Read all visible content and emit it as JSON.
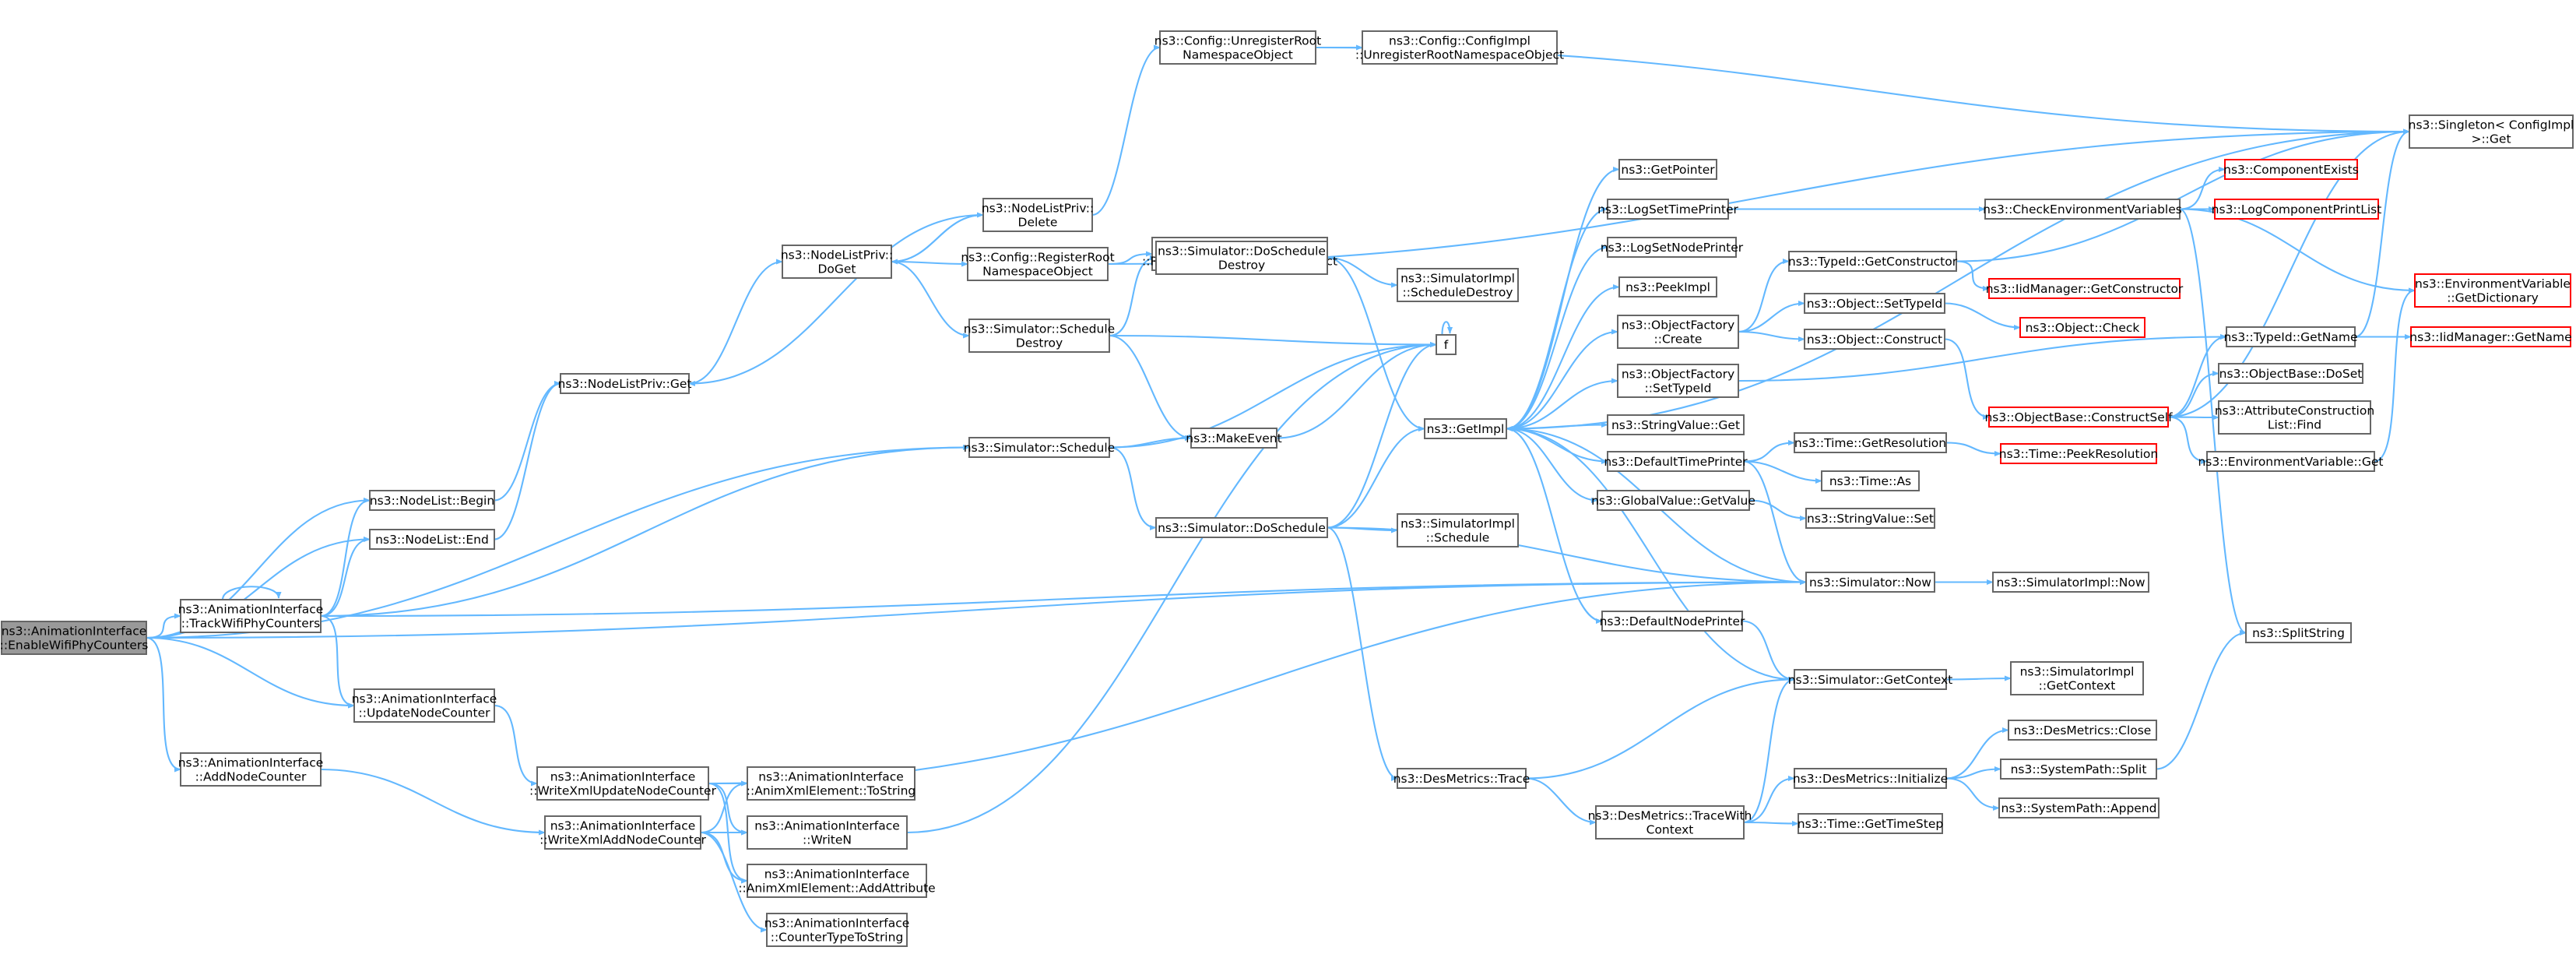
{
  "graph": {
    "nodes": [
      {
        "id": "enableWifi",
        "lines": [
          "ns3::AnimationInterface",
          "::EnableWifiPhyCounters"
        ],
        "variant": "root"
      },
      {
        "id": "addNodeCounter",
        "lines": [
          "ns3::AnimationInterface",
          "::AddNodeCounter"
        ]
      },
      {
        "id": "trackWifi",
        "lines": [
          "ns3::AnimationInterface",
          "::TrackWifiPhyCounters"
        ]
      },
      {
        "id": "updateNodeCounter",
        "lines": [
          "ns3::AnimationInterface",
          "::UpdateNodeCounter"
        ]
      },
      {
        "id": "nodeListBegin",
        "lines": [
          "ns3::NodeList::Begin"
        ]
      },
      {
        "id": "nodeListEnd",
        "lines": [
          "ns3::NodeList::End"
        ]
      },
      {
        "id": "nodeListPrivGet",
        "lines": [
          "ns3::NodeListPriv::Get"
        ]
      },
      {
        "id": "nodeListPrivDoGet",
        "lines": [
          "ns3::NodeListPriv::",
          "DoGet"
        ]
      },
      {
        "id": "nodeListPrivDelete",
        "lines": [
          "ns3::NodeListPriv::",
          "Delete"
        ]
      },
      {
        "id": "configRegister",
        "lines": [
          "ns3::Config::RegisterRoot",
          "NamespaceObject"
        ]
      },
      {
        "id": "configUnregister",
        "lines": [
          "ns3::Config::UnregisterRoot",
          "NamespaceObject"
        ]
      },
      {
        "id": "configImplUnregister",
        "lines": [
          "ns3::Config::ConfigImpl",
          "::UnregisterRootNamespaceObject"
        ]
      },
      {
        "id": "configImplRegister",
        "lines": [
          "ns3::Config::ConfigImpl",
          "::RegisterRootNamespaceObject"
        ]
      },
      {
        "id": "simScheduleDestroy",
        "lines": [
          "ns3::Simulator::Schedule",
          "Destroy"
        ]
      },
      {
        "id": "simDoScheduleDestroy",
        "lines": [
          "ns3::Simulator::DoSchedule",
          "Destroy"
        ]
      },
      {
        "id": "simImplScheduleDestroy",
        "lines": [
          "ns3::SimulatorImpl",
          "::ScheduleDestroy"
        ]
      },
      {
        "id": "makeEvent",
        "lines": [
          "ns3::MakeEvent"
        ]
      },
      {
        "id": "f",
        "lines": [
          "f"
        ]
      },
      {
        "id": "simSchedule",
        "lines": [
          "ns3::Simulator::Schedule"
        ]
      },
      {
        "id": "simDoSchedule",
        "lines": [
          "ns3::Simulator::DoSchedule"
        ]
      },
      {
        "id": "simImplSchedule",
        "lines": [
          "ns3::SimulatorImpl",
          "::Schedule"
        ]
      },
      {
        "id": "getImpl",
        "lines": [
          "ns3::GetImpl"
        ]
      },
      {
        "id": "writeXmlUpdate",
        "lines": [
          "ns3::AnimationInterface",
          "::WriteXmlUpdateNodeCounter"
        ]
      },
      {
        "id": "writeXmlAdd",
        "lines": [
          "ns3::AnimationInterface",
          "::WriteXmlAddNodeCounter"
        ]
      },
      {
        "id": "animToString",
        "lines": [
          "ns3::AnimationInterface",
          "::AnimXmlElement::ToString"
        ]
      },
      {
        "id": "writeN",
        "lines": [
          "ns3::AnimationInterface",
          "::WriteN"
        ]
      },
      {
        "id": "addAttribute",
        "lines": [
          "ns3::AnimationInterface",
          "::AnimXmlElement::AddAttribute"
        ]
      },
      {
        "id": "counterTypeToString",
        "lines": [
          "ns3::AnimationInterface",
          "::CounterTypeToString"
        ]
      },
      {
        "id": "desTrace",
        "lines": [
          "ns3::DesMetrics::Trace"
        ]
      },
      {
        "id": "desTraceWith",
        "lines": [
          "ns3::DesMetrics::TraceWith",
          "Context"
        ]
      },
      {
        "id": "getPointer",
        "lines": [
          "ns3::GetPointer"
        ]
      },
      {
        "id": "logSetTime",
        "lines": [
          "ns3::LogSetTimePrinter"
        ]
      },
      {
        "id": "logSetNode",
        "lines": [
          "ns3::LogSetNodePrinter"
        ]
      },
      {
        "id": "peekImpl",
        "lines": [
          "ns3::PeekImpl"
        ]
      },
      {
        "id": "objFactoryCreate",
        "lines": [
          "ns3::ObjectFactory",
          "::Create"
        ]
      },
      {
        "id": "objFactorySetTypeId",
        "lines": [
          "ns3::ObjectFactory",
          "::SetTypeId"
        ]
      },
      {
        "id": "stringValueGet",
        "lines": [
          "ns3::StringValue::Get"
        ]
      },
      {
        "id": "defaultTimePrinter",
        "lines": [
          "ns3::DefaultTimePrinter"
        ]
      },
      {
        "id": "globalValueGet",
        "lines": [
          "ns3::GlobalValue::GetValue"
        ]
      },
      {
        "id": "defaultNodePrinter",
        "lines": [
          "ns3::DefaultNodePrinter"
        ]
      },
      {
        "id": "simNow",
        "lines": [
          "ns3::Simulator::Now"
        ]
      },
      {
        "id": "simGetContext",
        "lines": [
          "ns3::Simulator::GetContext"
        ]
      },
      {
        "id": "typeIdGetConstructor",
        "lines": [
          "ns3::TypeId::GetConstructor"
        ]
      },
      {
        "id": "objectSetTypeId",
        "lines": [
          "ns3::Object::SetTypeId"
        ]
      },
      {
        "id": "objectConstruct",
        "lines": [
          "ns3::Object::Construct"
        ]
      },
      {
        "id": "timeGetResolution",
        "lines": [
          "ns3::Time::GetResolution"
        ]
      },
      {
        "id": "timeAs",
        "lines": [
          "ns3::Time::As"
        ]
      },
      {
        "id": "stringValueSet",
        "lines": [
          "ns3::StringValue::Set"
        ]
      },
      {
        "id": "simImplNow",
        "lines": [
          "ns3::SimulatorImpl::Now"
        ]
      },
      {
        "id": "simImplGetContext",
        "lines": [
          "ns3::SimulatorImpl",
          "::GetContext"
        ]
      },
      {
        "id": "desInitialize",
        "lines": [
          "ns3::DesMetrics::Initialize"
        ]
      },
      {
        "id": "timeGetTimeStep",
        "lines": [
          "ns3::Time::GetTimeStep"
        ]
      },
      {
        "id": "checkEnv",
        "lines": [
          "ns3::CheckEnvironmentVariables"
        ]
      },
      {
        "id": "iidGetConstructor",
        "lines": [
          "ns3::IidManager::GetConstructor"
        ],
        "variant": "red"
      },
      {
        "id": "objectCheck",
        "lines": [
          "ns3::Object::Check"
        ],
        "variant": "red"
      },
      {
        "id": "objBaseConstructSelf",
        "lines": [
          "ns3::ObjectBase::ConstructSelf"
        ],
        "variant": "red"
      },
      {
        "id": "timePeekResolution",
        "lines": [
          "ns3::Time::PeekResolution"
        ],
        "variant": "red"
      },
      {
        "id": "desClose",
        "lines": [
          "ns3::DesMetrics::Close"
        ]
      },
      {
        "id": "sysPathSplit",
        "lines": [
          "ns3::SystemPath::Split"
        ]
      },
      {
        "id": "sysPathAppend",
        "lines": [
          "ns3::SystemPath::Append"
        ]
      },
      {
        "id": "componentExists",
        "lines": [
          "ns3::ComponentExists"
        ],
        "variant": "red"
      },
      {
        "id": "logComponentPrintList",
        "lines": [
          "ns3::LogComponentPrintList"
        ],
        "variant": "red"
      },
      {
        "id": "typeIdGetName",
        "lines": [
          "ns3::TypeId::GetName"
        ]
      },
      {
        "id": "objBaseDoSet",
        "lines": [
          "ns3::ObjectBase::DoSet"
        ]
      },
      {
        "id": "attrConstructionFind",
        "lines": [
          "ns3::AttributeConstruction",
          "List::Find"
        ]
      },
      {
        "id": "envVarGet",
        "lines": [
          "ns3::EnvironmentVariable::Get"
        ]
      },
      {
        "id": "splitString",
        "lines": [
          "ns3::SplitString"
        ]
      },
      {
        "id": "singletonGet",
        "lines": [
          "ns3::Singleton< ConfigImpl",
          " >::Get"
        ]
      },
      {
        "id": "envVarGetDict",
        "lines": [
          "ns3::EnvironmentVariable",
          "::GetDictionary"
        ],
        "variant": "red"
      },
      {
        "id": "iidGetName",
        "lines": [
          "ns3::IidManager::GetName"
        ],
        "variant": "red"
      }
    ]
  }
}
